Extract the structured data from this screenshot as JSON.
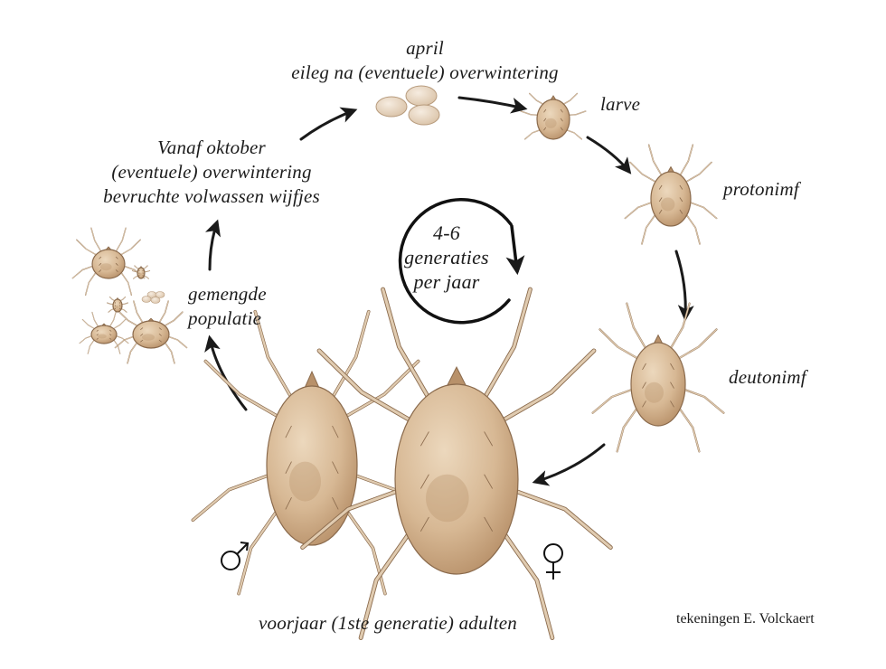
{
  "stages": {
    "eggs_label": [
      "april",
      "eileg na (eventuele) overwintering"
    ],
    "larva_label": "larve",
    "protonymph_label": "protonimf",
    "deutonymph_label": "deutonimf",
    "adults_label": "voorjaar (1ste generatie) adulten",
    "mixed_label": [
      "gemengde",
      "populatie"
    ],
    "overwinter_label": [
      "Vanaf oktober",
      "(eventuele) overwintering",
      "bevruchte volwassen wijfjes"
    ]
  },
  "center_cycle": [
    "4-6",
    "generaties",
    "per jaar"
  ],
  "symbols": {
    "male": "♂",
    "female": "♀"
  },
  "credit": "tekeningen E. Volckaert",
  "colors": {
    "mite_body": "#d7b894",
    "mite_body_dark": "#b8916a",
    "mite_outline": "#8a6a4c",
    "mite_legs": "#e0cbb0",
    "arrow": "#1a1a1a",
    "text": "#1c1c1c"
  }
}
